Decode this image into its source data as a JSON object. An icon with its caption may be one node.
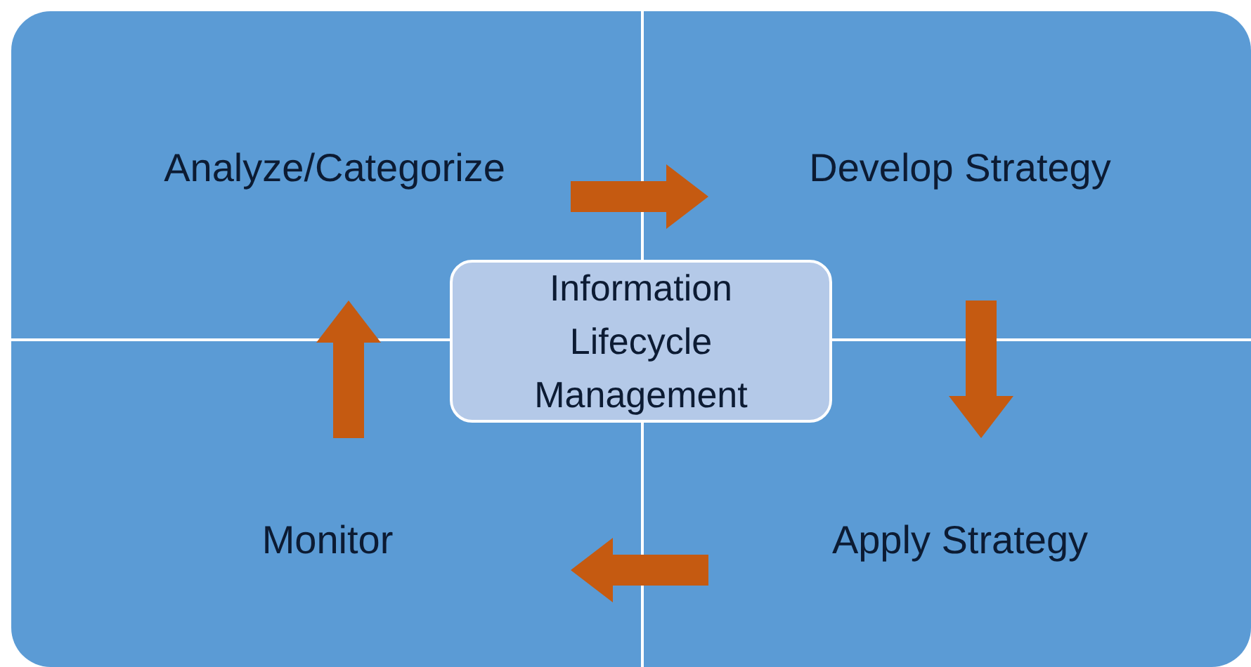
{
  "diagram": {
    "nodes": [
      {
        "text": [
          "Analyze/Categorize"
        ]
      },
      {
        "text": [
          "Develop Strategy"
        ]
      },
      {
        "text": [
          "Apply Strategy"
        ]
      },
      {
        "text": [
          "Monitor"
        ]
      },
      {
        "text": [
          "Information Lifecycle Management"
        ]
      }
    ],
    "edges": [
      {
        "from": 0,
        "to": 1,
        "arrow": "to"
      },
      {
        "from": 1,
        "to": 2,
        "arrow": "to"
      },
      {
        "from": 2,
        "to": 3,
        "arrow": "to"
      },
      {
        "from": 3,
        "to": 0,
        "arrow": "to"
      }
    ]
  }
}
